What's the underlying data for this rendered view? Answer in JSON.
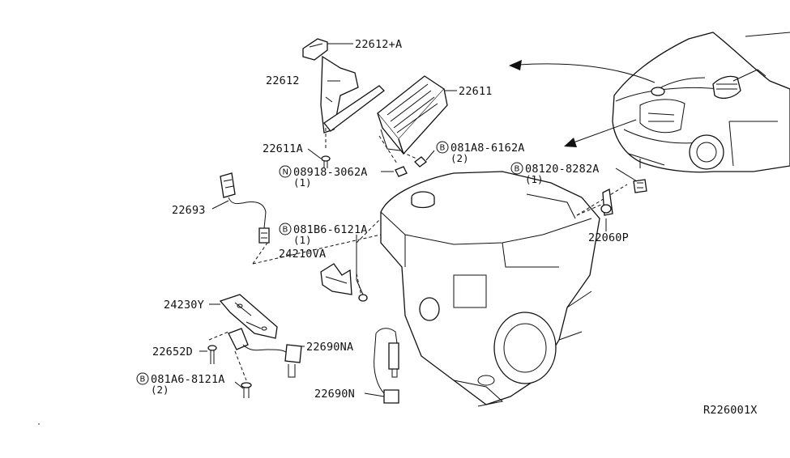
{
  "diagram_code": "R226001X",
  "parts": {
    "p22612A": "22612+A",
    "p22612": "22612",
    "p22611": "22611",
    "p22611A": "22611A",
    "b081A8": "081A8-6162A",
    "b081A8_qty": "(2)",
    "n08918": "08918-3062A",
    "n08918_qty": "(1)",
    "b08120": "08120-8282A",
    "b08120_qty": "(1)",
    "p22693": "22693",
    "b081B6": "081B6-6121A",
    "b081B6_qty": "(1)",
    "p24210VA": "24210VA",
    "p22060P": "22060P",
    "p24230Y": "24230Y",
    "p22652D": "22652D",
    "p22690NA": "22690NA",
    "b081A6": "081A6-8121A",
    "b081A6_qty": "(2)",
    "p22690N": "22690N"
  },
  "prefix": {
    "bolt": "B",
    "nut": "N"
  }
}
